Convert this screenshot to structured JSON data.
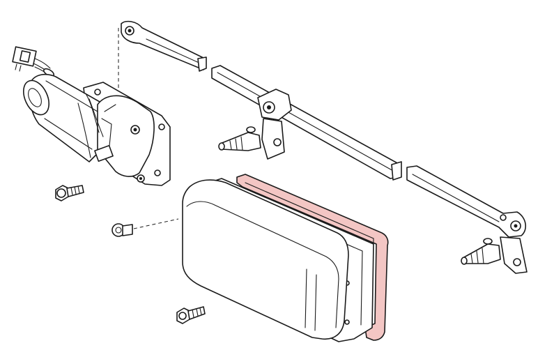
{
  "diagram": {
    "highlight_color": "#f3c6c4",
    "line_color": "#1a1a1a",
    "background": "#ffffff",
    "parts": [
      "motor-harness-connector",
      "wiper-motor",
      "motor-screw",
      "linkage-arm-upper",
      "linkage-rod-middle",
      "linkage-pivot-left",
      "linkage-arm-right",
      "linkage-pivot-right",
      "housing-screw",
      "lens-housing",
      "lens-frame",
      "gasket",
      "lower-screw"
    ]
  }
}
